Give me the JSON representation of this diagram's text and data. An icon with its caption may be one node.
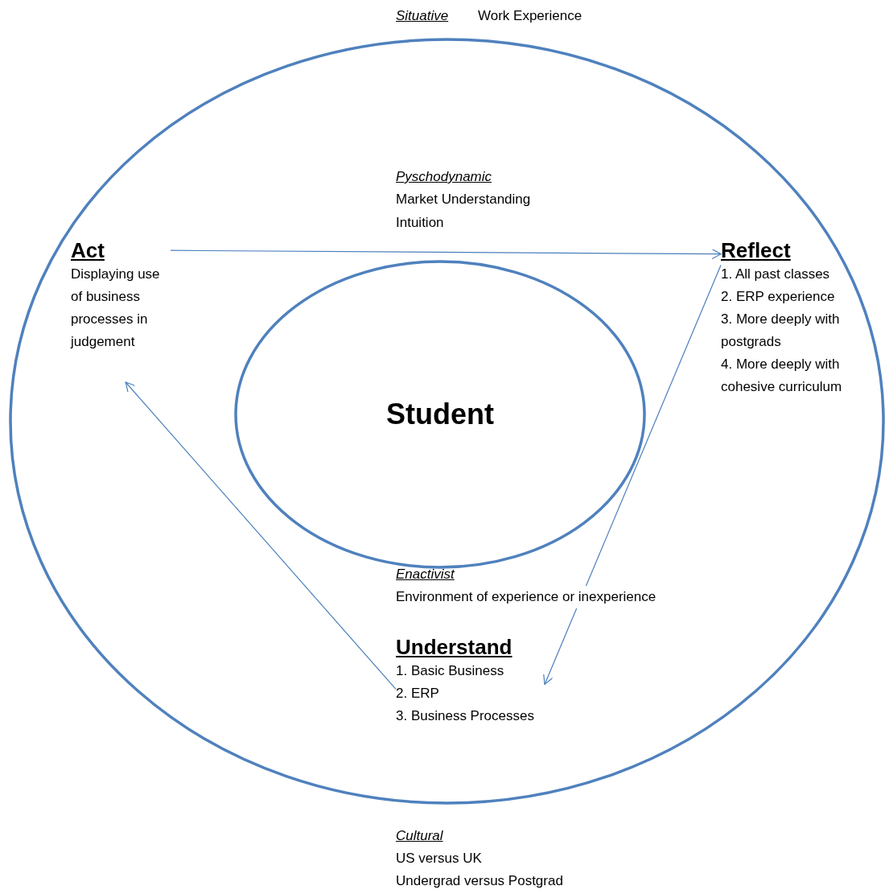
{
  "diagram": {
    "nodes": [
      {
        "text": [],
        "shape": "circle"
      },
      {
        "text": [
          "Student"
        ],
        "in": 0
      },
      {
        "text": [
          "Act",
          "Displaying use of business processes in judgement"
        ],
        "in": 0
      },
      {
        "text": [
          "Reflect",
          "1. All past classes",
          "2. ERP experience",
          "3. More deeply with postgrads",
          "4. More deeply with cohesive curriculum"
        ],
        "in": 0
      },
      {
        "text": [
          "Understand",
          "1. Basic Business",
          "2. ERP",
          "3. Business Processes"
        ],
        "in": 0
      }
    ],
    "edges": [
      {
        "from": 2,
        "to": 3,
        "arrow": "to"
      },
      {
        "from": 3,
        "to": 4,
        "arrow": "to"
      },
      {
        "from": 4,
        "to": 2,
        "arrow": "to"
      }
    ],
    "labels": [
      "Situative",
      "Work Experience",
      "Pyschodynamic",
      "Market Understanding",
      "Intuition",
      "Enactivist",
      "Environment of experience or inexperience",
      "Cultural",
      "US versus UK",
      "Undergrad versus Postgrad"
    ]
  }
}
